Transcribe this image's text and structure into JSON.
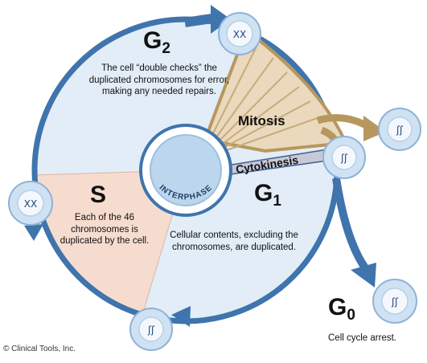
{
  "colors": {
    "outer_ring": "#3f74ad",
    "cycle_fill": "#e2edf7",
    "s_phase_fill": "#f6dccf",
    "mitosis_fill": "#ead9bd",
    "mitosis_edge": "#b8975e",
    "center_fill": "#bcd6ee",
    "center_ring": "#3f74ad",
    "cell_fill": "#cfe2f3",
    "cell_nucleus": "#f4f8fc"
  },
  "phases": {
    "g2": {
      "name": "G",
      "sub": "2",
      "description": "The cell “double checks” the duplicated chromosomes for error, making any needed repairs."
    },
    "mitosis": {
      "name": "Mitosis"
    },
    "cytokinesis": {
      "name": "Cytokinesis"
    },
    "s": {
      "name": "S",
      "description": "Each of the 46 chromosomes is duplicated by the cell."
    },
    "g1": {
      "name": "G",
      "sub": "1",
      "description": "Cellular contents, excluding the chromosomes, are duplicated."
    },
    "g0": {
      "name": "G",
      "sub": "0",
      "description": "Cell cycle arrest."
    }
  },
  "center_label": "INTERPHASE",
  "credit": "© Clinical Tools, Inc."
}
